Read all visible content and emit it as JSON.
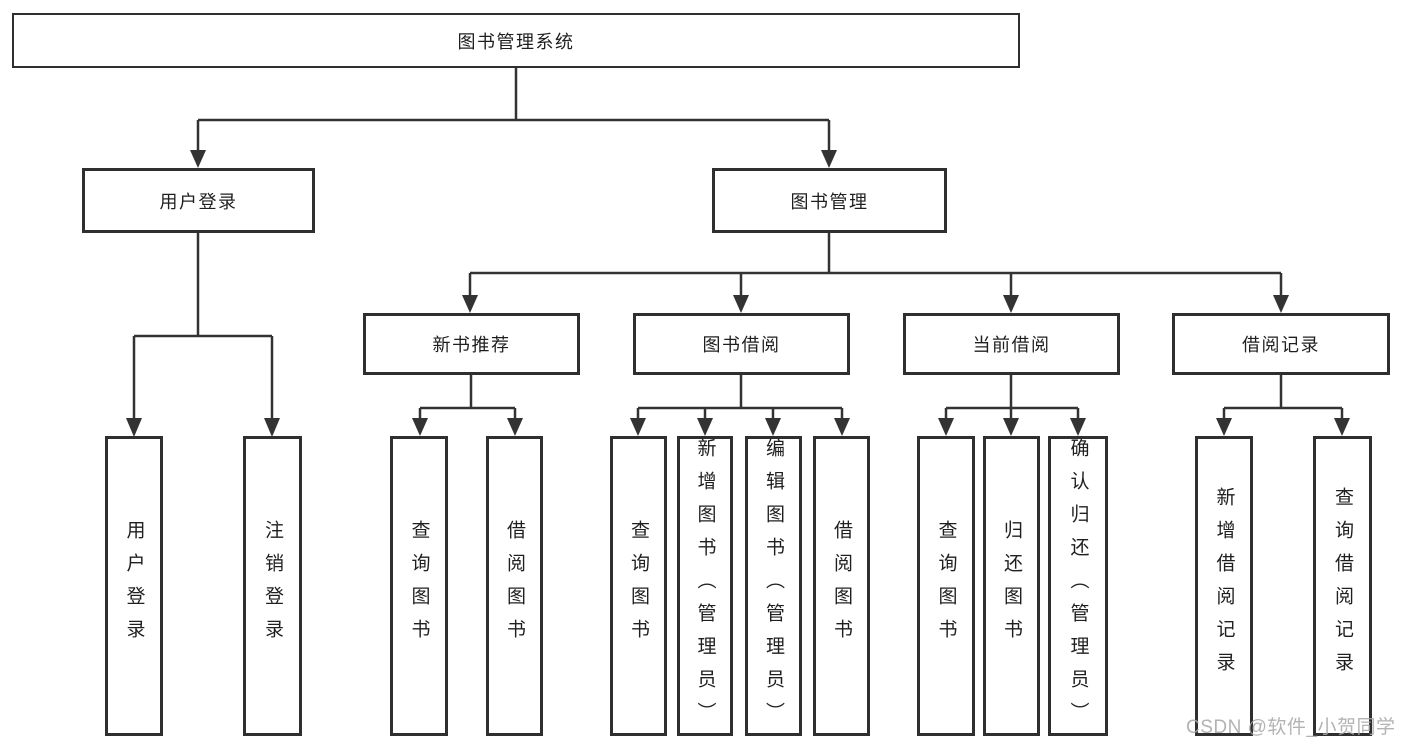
{
  "page": {
    "watermark": "CSDN @软件_小贺同学"
  },
  "diagram": {
    "root": {
      "label": "图书管理系统"
    },
    "branches": [
      {
        "label": "用户登录",
        "children": [
          {
            "label": "用户登录"
          },
          {
            "label": "注销登录"
          }
        ]
      },
      {
        "label": "图书管理",
        "children": [
          {
            "label": "新书推荐",
            "children": [
              {
                "label": "查询图书"
              },
              {
                "label": "借阅图书"
              }
            ]
          },
          {
            "label": "图书借阅",
            "children": [
              {
                "label": "查询图书"
              },
              {
                "label": "新增图书（管理员）"
              },
              {
                "label": "编辑图书（管理员）"
              },
              {
                "label": "借阅图书"
              }
            ]
          },
          {
            "label": "当前借阅",
            "children": [
              {
                "label": "查询图书"
              },
              {
                "label": "归还图书"
              },
              {
                "label": "确认归还（管理员）"
              }
            ]
          },
          {
            "label": "借阅记录",
            "children": [
              {
                "label": "新增借阅记录"
              },
              {
                "label": "查询借阅记录"
              }
            ]
          }
        ]
      }
    ],
    "colors": {
      "line": "#333333",
      "box_border": "#2f2f2f",
      "text": "#1f1f1f",
      "watermark": "#a8a8a8",
      "background": "#ffffff"
    }
  }
}
